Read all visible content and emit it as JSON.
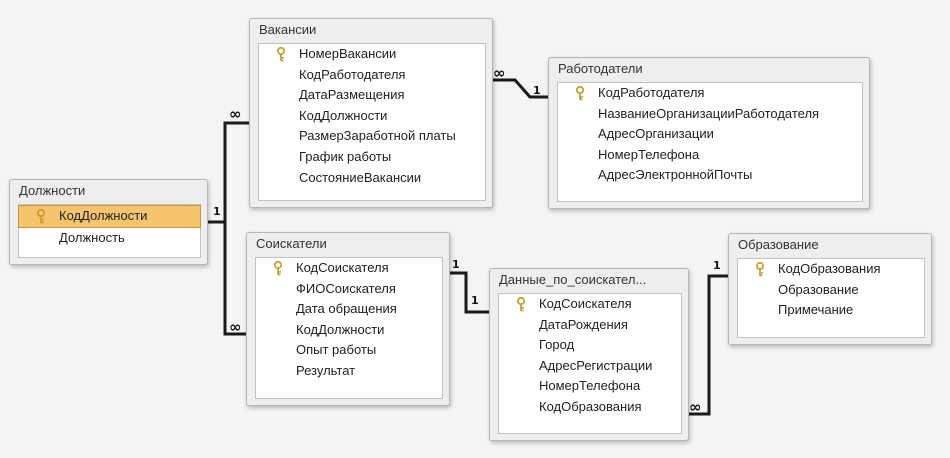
{
  "diagram": {
    "tables": {
      "vakansii": {
        "title": "Вакансии",
        "fields": [
          "НомерВакансии",
          "КодРаботодателя",
          "ДатаРазмещения",
          "КодДолжности",
          "РазмерЗаработной платы",
          "График работы",
          "СостояниеВакансии"
        ],
        "key_index": 0
      },
      "rabotodateli": {
        "title": "Работодатели",
        "fields": [
          "КодРаботодателя",
          "НазваниеОрганизацииРаботодателя",
          "АдресОрганизации",
          "НомерТелефона",
          "АдресЭлектроннойПочты"
        ],
        "key_index": 0
      },
      "dolzhnosti": {
        "title": "Должности",
        "fields": [
          "КодДолжности",
          "Должность"
        ],
        "key_index": 0,
        "selected_index": 0
      },
      "soiskateli": {
        "title": "Соискатели",
        "fields": [
          "КодСоискателя",
          "ФИОСоискателя",
          "Дата обращения",
          "КодДолжности",
          "Опыт работы",
          "Результат"
        ],
        "key_index": 0
      },
      "dannye": {
        "title": "Данные_по_соискател...",
        "fields": [
          "КодСоискателя",
          "ДатаРождения",
          "Город",
          "АдресРегистрации",
          "НомерТелефона",
          "КодОбразования"
        ],
        "key_index": 0
      },
      "obrazovanie": {
        "title": "Образование",
        "fields": [
          "КодОбразования",
          "Образование",
          "Примечание"
        ],
        "key_index": 0
      }
    },
    "cardinality": {
      "one": "1",
      "many": "∞"
    },
    "colors": {
      "selected_row": "#f5c56e",
      "key_icon": "#c8a032",
      "relationship_line": "#1a1a1a"
    }
  }
}
